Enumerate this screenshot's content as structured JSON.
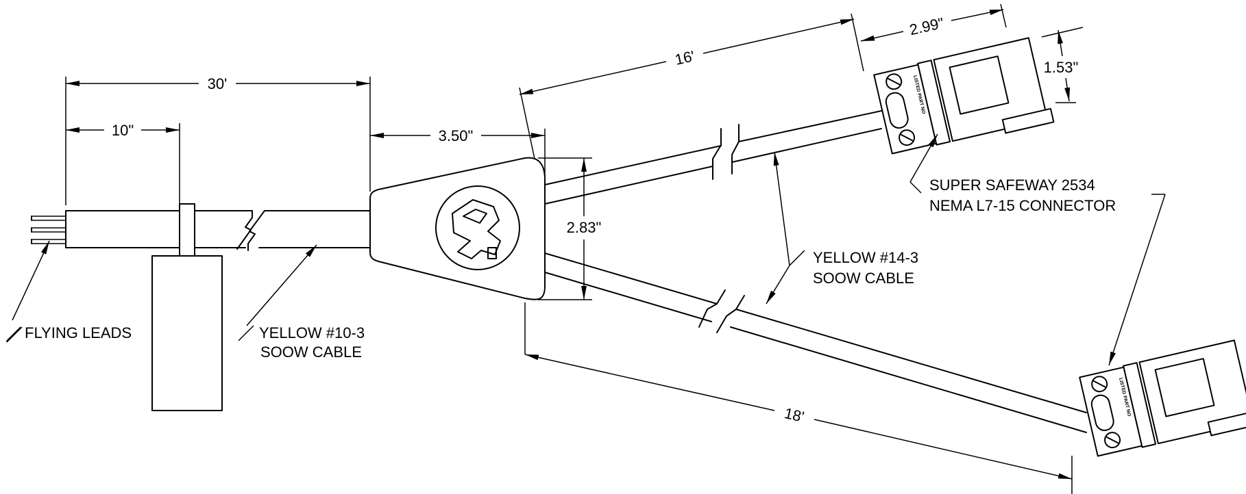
{
  "dimensions": {
    "length_30ft": "30'",
    "length_10in": "10\"",
    "connector_gap": "3.50\"",
    "housing_height": "2.83\"",
    "branch_16ft": "16'",
    "branch_18ft": "18'",
    "plug_width": "2.99\"",
    "plug_height": "1.53\""
  },
  "labels": {
    "flying_leads": "FLYING LEADS",
    "main_cable_line1": "YELLOW #10-3",
    "main_cable_line2": "SOOW CABLE",
    "branch_cable_line1": "YELLOW #14-3",
    "branch_cable_line2": "SOOW CABLE",
    "connector_line1": "SUPER SAFEWAY 2534",
    "connector_line2": "NEMA L7-15 CONNECTOR",
    "plug_stamp": "LISTED PART NO"
  },
  "icons": [
    "logo-w-icon",
    "arrow-icon",
    "screw-icon",
    "cable-break-icon"
  ]
}
